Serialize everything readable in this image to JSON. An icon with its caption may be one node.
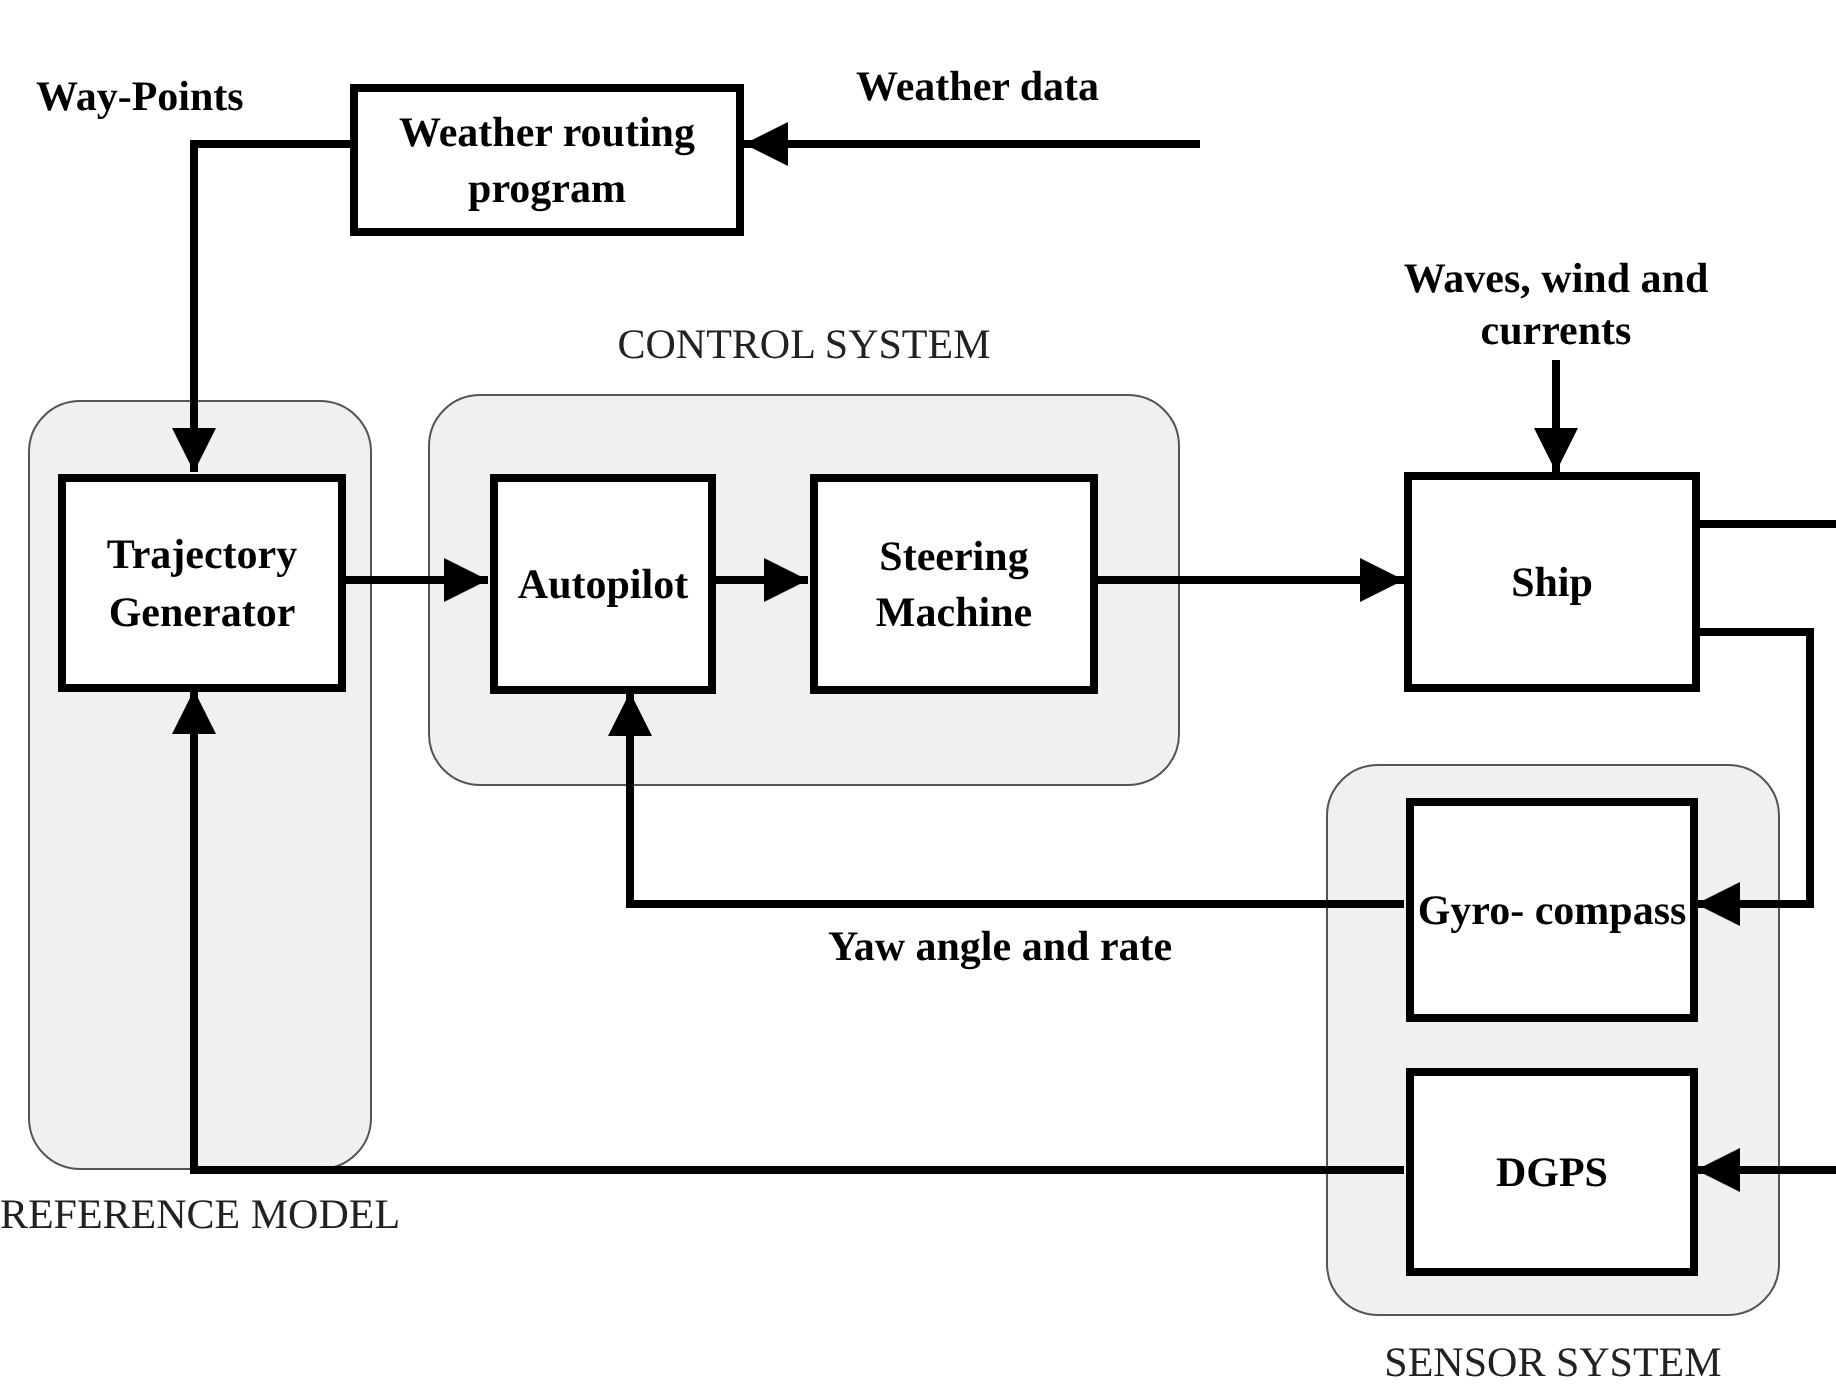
{
  "diagram": {
    "nodes": [
      {
        "text": [
          "Weather routing program"
        ]
      },
      {
        "text": [
          "REFERENCE MODEL"
        ]
      },
      {
        "text": [
          "Trajectory Generator"
        ],
        "in": 1
      },
      {
        "text": [
          "CONTROL SYSTEM"
        ]
      },
      {
        "text": [
          "Autopilot"
        ],
        "in": 3
      },
      {
        "text": [
          "Steering Machine"
        ],
        "in": 3
      },
      {
        "text": [
          "Ship"
        ]
      },
      {
        "text": [
          "SENSOR SYSTEM"
        ]
      },
      {
        "text": [
          "Gyro- compass"
        ],
        "in": 7
      },
      {
        "text": [
          "DGPS"
        ],
        "in": 7
      }
    ],
    "edges": [
      {
        "from": null,
        "to": 0,
        "arrow": "to",
        "label": "Weather data"
      },
      {
        "from": 0,
        "to": 2,
        "arrow": "to",
        "label": "Way-Points"
      },
      {
        "from": 2,
        "to": 4,
        "arrow": "to"
      },
      {
        "from": 4,
        "to": 5,
        "arrow": "to"
      },
      {
        "from": 5,
        "to": 6,
        "arrow": "to"
      },
      {
        "from": null,
        "to": 6,
        "arrow": "to",
        "label": "Waves, wind and currents"
      },
      {
        "from": 6,
        "to": 8,
        "arrow": "to"
      },
      {
        "from": 6,
        "to": null,
        "arrow": "none"
      },
      {
        "from": null,
        "to": 9,
        "arrow": "to"
      },
      {
        "from": 8,
        "to": 4,
        "arrow": "to",
        "label": "Yaw angle and rate"
      },
      {
        "from": 9,
        "to": 2,
        "arrow": "to"
      }
    ]
  }
}
